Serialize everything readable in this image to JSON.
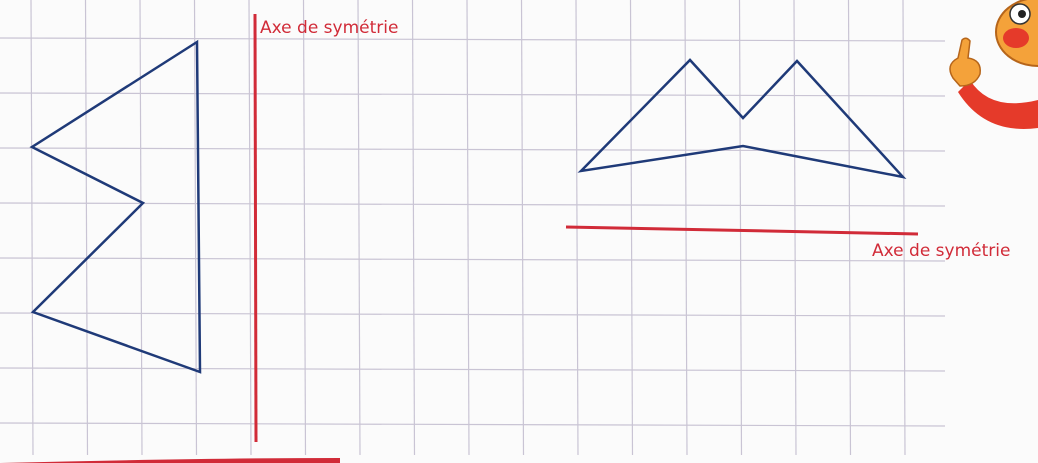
{
  "labels": {
    "axis_left": "Axe de symétrie",
    "axis_right": "Axe de symétrie"
  },
  "colors": {
    "grid": "#c9c4d4",
    "shape": "#1f3a78",
    "axis": "#d12b38",
    "paper": "#fbfbfb",
    "mascot_skin": "#f4a23a",
    "mascot_red": "#e53a2a"
  },
  "figures": [
    {
      "name": "figure-left",
      "axis_orientation": "vertical"
    },
    {
      "name": "figure-right",
      "axis_orientation": "horizontal"
    }
  ],
  "mascot_icon": "pointing-character-icon"
}
